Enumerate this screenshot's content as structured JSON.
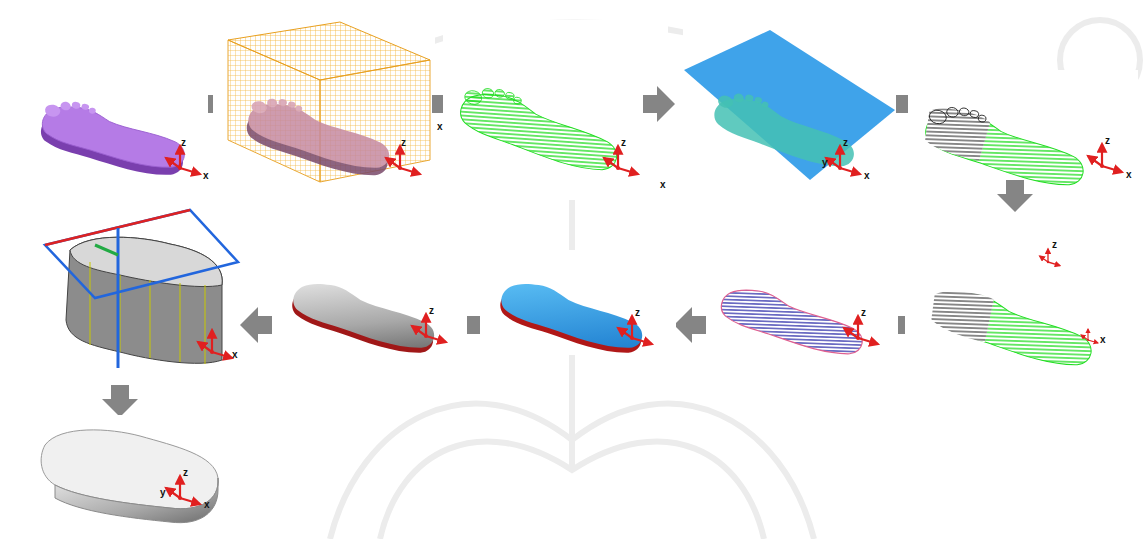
{
  "diagram": {
    "labels": [
      "z",
      "x",
      "z",
      "x",
      "z",
      "x",
      "y",
      "z",
      "x",
      "z",
      "x",
      "z",
      "x",
      "z",
      "z",
      "z",
      "x",
      "y",
      "z",
      "x"
    ]
  }
}
